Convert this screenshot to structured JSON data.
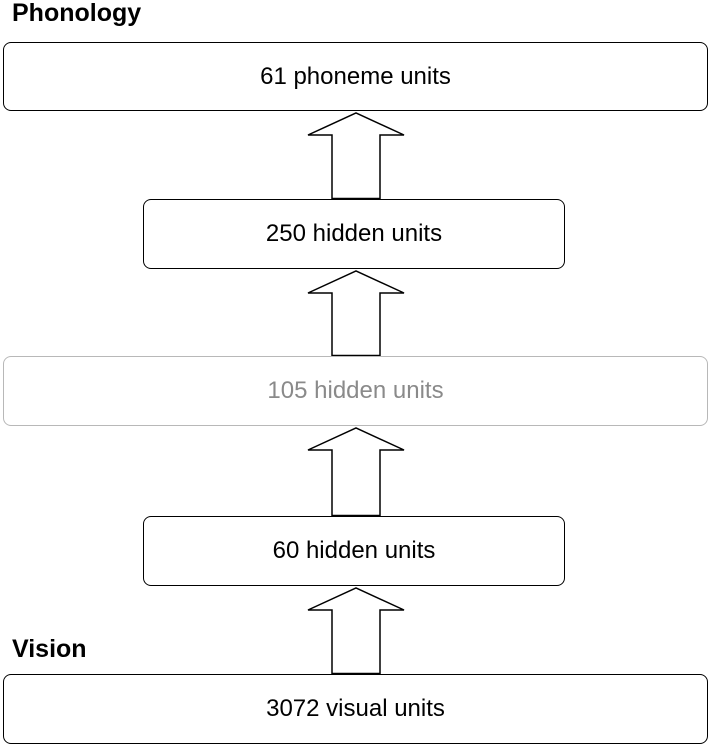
{
  "labels": {
    "top": "Phonology",
    "bottom": "Vision"
  },
  "layers": {
    "phoneme": "61 phoneme units",
    "hidden_250": "250 hidden units",
    "hidden_105": "105 hidden units",
    "hidden_60": "60 hidden units",
    "visual": "3072 visual units"
  },
  "colors": {
    "border": "#000000",
    "faded_border": "#b8b8b8",
    "faded_text": "#8a8a8a"
  }
}
